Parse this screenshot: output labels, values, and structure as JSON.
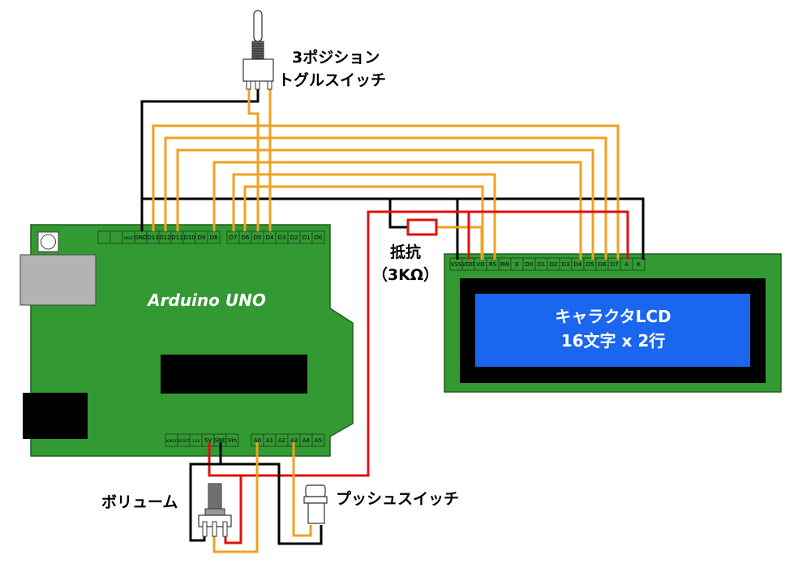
{
  "diagram": {
    "title": "Arduino UNO character LCD wiring",
    "colors": {
      "board_green": "#339933",
      "wire_black": "#000000",
      "wire_orange": "#f2a020",
      "wire_red": "#e01010",
      "lcd_blue": "#1a66ee",
      "usb_gray": "#b3b3b3"
    }
  },
  "arduino": {
    "label": "Arduino UNO",
    "digital_header": [
      "",
      "",
      "AREF",
      "GND",
      "D13",
      "D12",
      "D11",
      "D10",
      "D9",
      "D8"
    ],
    "digital_header_2": [
      "D7",
      "D6",
      "D5",
      "D4",
      "D3",
      "D2",
      "D1",
      "D0"
    ],
    "power_header": [
      "IOREF",
      "RESET",
      "3.3V",
      "5V",
      "GND",
      "Vin"
    ],
    "analog_header": [
      "A0",
      "A1",
      "A2",
      "A3",
      "A4",
      "A5"
    ]
  },
  "lcd": {
    "pins": [
      "VSS",
      "VDD",
      "VO",
      "RS",
      "RW",
      "E",
      "D0",
      "D1",
      "D2",
      "D3",
      "D4",
      "D5",
      "D6",
      "D7",
      "A",
      "K"
    ],
    "line1": "キャラクタLCD",
    "line2": "16文字 x 2行"
  },
  "components": {
    "toggle_switch": {
      "label_line1": "3ポジション",
      "label_line2": "トグルスイッチ"
    },
    "resistor": {
      "label_line1": "抵抗",
      "label_line2": "（3KΩ）"
    },
    "potentiometer": {
      "label": "ボリューム"
    },
    "push_switch": {
      "label": "プッシュスイッチ"
    }
  }
}
